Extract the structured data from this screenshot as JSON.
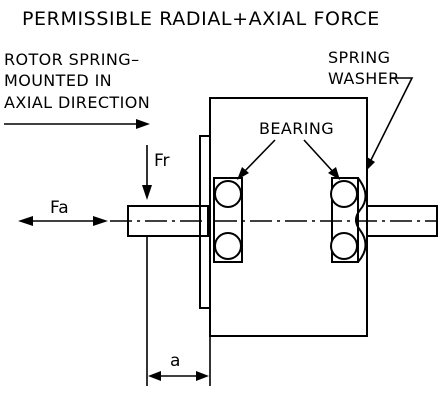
{
  "title": "PERMISSIBLE RADIAL+AXIAL FORCE",
  "rotor_note": {
    "line1": "ROTOR SPRING–",
    "line2": "MOUNTED IN",
    "line3": "AXIAL DIRECTION"
  },
  "spring_washer": {
    "line1": "SPRING",
    "line2": "WASHER"
  },
  "bearing_label": "BEARING",
  "force_radial": "Fr",
  "force_axial": "Fa",
  "distance_label": "a",
  "colors": {
    "line": "#000000",
    "background": "#ffffff"
  }
}
